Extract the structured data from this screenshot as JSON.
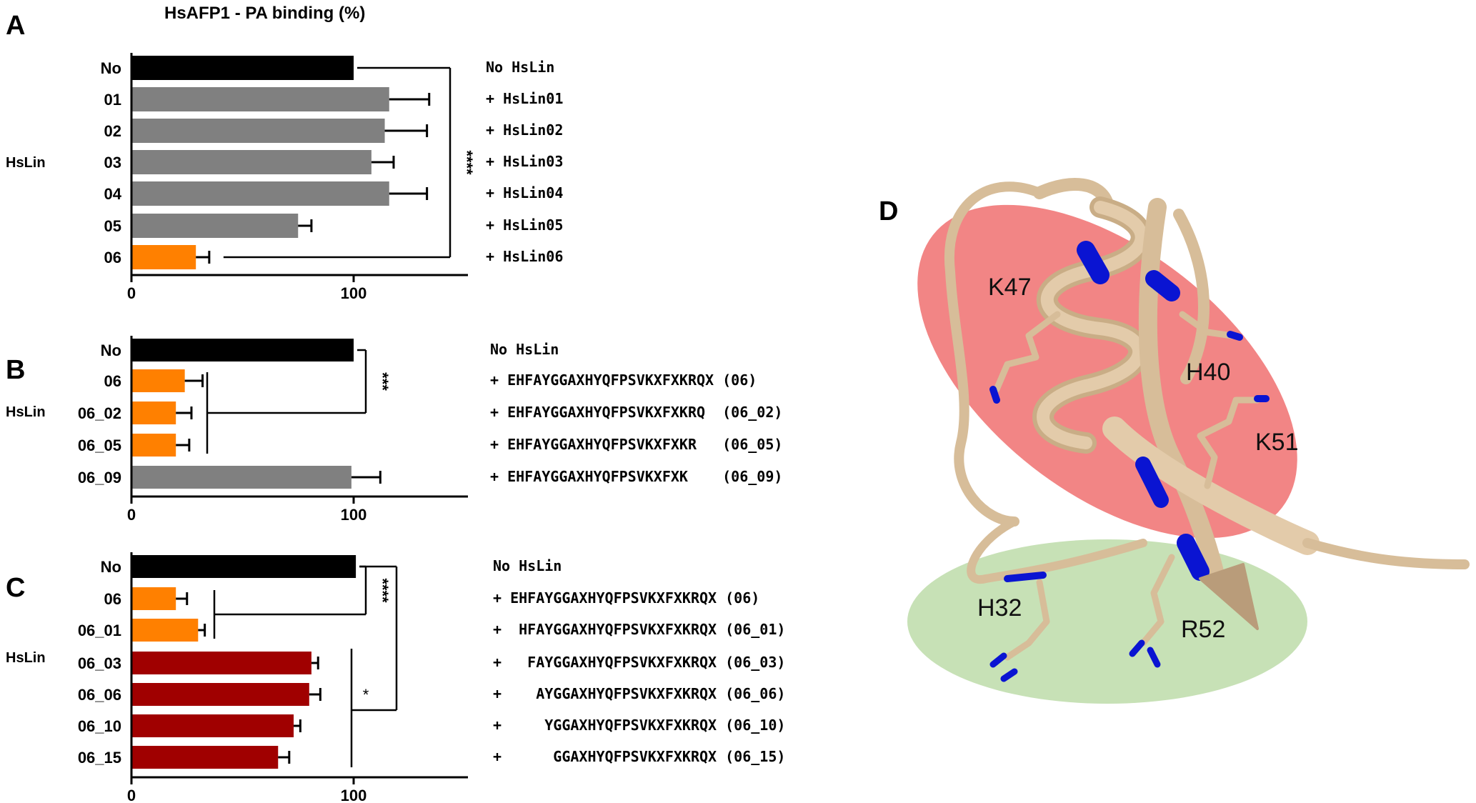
{
  "figure": {
    "title": "HsAFP1 - PA binding (%)",
    "panel_letters": [
      "A",
      "B",
      "C",
      "D"
    ]
  },
  "colors": {
    "no_hslin": "#000000",
    "neutral": "#808080",
    "reduced": "#FF8000",
    "partial": "#A00000",
    "positive_patch": "#F07070",
    "lower_patch": "#C4DFB2",
    "ribbon": "#D7BD99",
    "residue_highlight": "#0A14D2"
  },
  "chart_data": [
    {
      "panel": "A",
      "type": "bar",
      "orientation": "horizontal",
      "group_label": "HsLin",
      "categories": [
        "No",
        "01",
        "02",
        "03",
        "04",
        "05",
        "06"
      ],
      "values": [
        100,
        116,
        114,
        108,
        116,
        75,
        29
      ],
      "errors": [
        0,
        18,
        19,
        10,
        17,
        6,
        6
      ],
      "bar_colors": [
        "no_hslin",
        "neutral",
        "neutral",
        "neutral",
        "neutral",
        "neutral",
        "reduced"
      ],
      "descriptions": [
        "No HsLin",
        "+ HsLin01",
        "+ HsLin02",
        "+ HsLin03",
        "+ HsLin04",
        "+ HsLin05",
        "+ HsLin06"
      ],
      "xlim": [
        0,
        150
      ],
      "xticks": [
        0,
        100
      ],
      "significance": [
        {
          "label": "****",
          "rows": [
            0,
            6
          ]
        }
      ]
    },
    {
      "panel": "B",
      "type": "bar",
      "orientation": "horizontal",
      "group_label": "HsLin",
      "categories": [
        "No",
        "06",
        "06_02",
        "06_05",
        "06_09"
      ],
      "values": [
        100,
        24,
        20,
        20,
        99
      ],
      "errors": [
        0,
        8,
        7,
        6,
        13
      ],
      "bar_colors": [
        "no_hslin",
        "reduced",
        "reduced",
        "reduced",
        "neutral"
      ],
      "descriptions": [
        "No HsLin",
        "+ EHFAYGGAXHYQFPSVKXFXKRQX (06)",
        "+ EHFAYGGAXHYQFPSVKXFXKRQ  (06_02)",
        "+ EHFAYGGAXHYQFPSVKXFXKR   (06_05)",
        "+ EHFAYGGAXHYQFPSVKXFXK    (06_09)"
      ],
      "xlim": [
        0,
        150
      ],
      "xticks": [
        0,
        100
      ],
      "significance": [
        {
          "label": "***",
          "rows": [
            0,
            3
          ]
        }
      ]
    },
    {
      "panel": "C",
      "type": "bar",
      "orientation": "horizontal",
      "group_label": "HsLin",
      "categories": [
        "No",
        "06",
        "06_01",
        "06_03",
        "06_06",
        "06_10",
        "06_15"
      ],
      "values": [
        101,
        20,
        30,
        81,
        80,
        73,
        66
      ],
      "errors": [
        0,
        5,
        3,
        3,
        5,
        3,
        5
      ],
      "bar_colors": [
        "no_hslin",
        "reduced",
        "reduced",
        "partial",
        "partial",
        "partial",
        "partial"
      ],
      "descriptions": [
        "No HsLin",
        "+ EHFAYGGAXHYQFPSVKXFXKRQX (06)",
        "+  HFAYGGAXHYQFPSVKXFXKRQX (06_01)",
        "+   FAYGGAXHYQFPSVKXFXKRQX (06_03)",
        "+    AYGGAXHYQFPSVKXFXKRQX (06_06)",
        "+     YGGAXHYQFPSVKXFXKRQX (06_10)",
        "+      GGAXHYQFPSVKXFXKRQX (06_15)"
      ],
      "xlim": [
        0,
        150
      ],
      "xticks": [
        0,
        100
      ],
      "significance": [
        {
          "label": "****",
          "rows": [
            0,
            2
          ]
        },
        {
          "label": "*",
          "rows": [
            0,
            6
          ]
        }
      ]
    }
  ],
  "structure": {
    "residues": [
      "K47",
      "H40",
      "K51",
      "H32",
      "R52"
    ]
  }
}
